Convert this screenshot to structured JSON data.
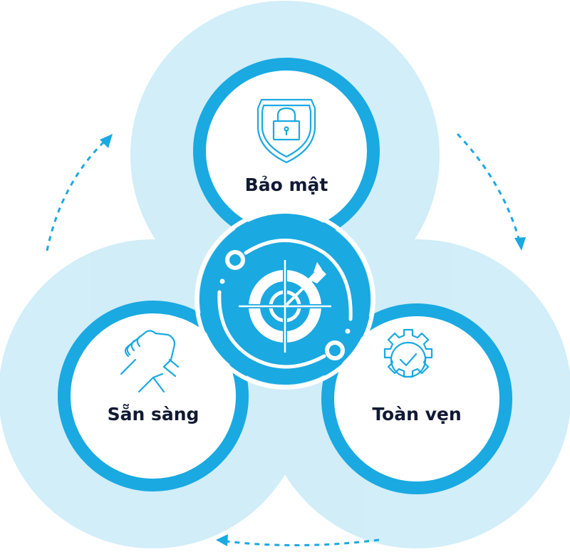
{
  "diagram": {
    "title_center": "target-icon",
    "nodes": [
      {
        "label": "Bảo mật",
        "icon": "shield-lock-icon"
      },
      {
        "label": "Sẵn sàng",
        "icon": "handshake-icon"
      },
      {
        "label": "Toàn vẹn",
        "icon": "gear-check-icon"
      }
    ],
    "colors": {
      "accent": "#1aa9e1",
      "light": "#d3eef9",
      "text": "#111a33"
    }
  }
}
